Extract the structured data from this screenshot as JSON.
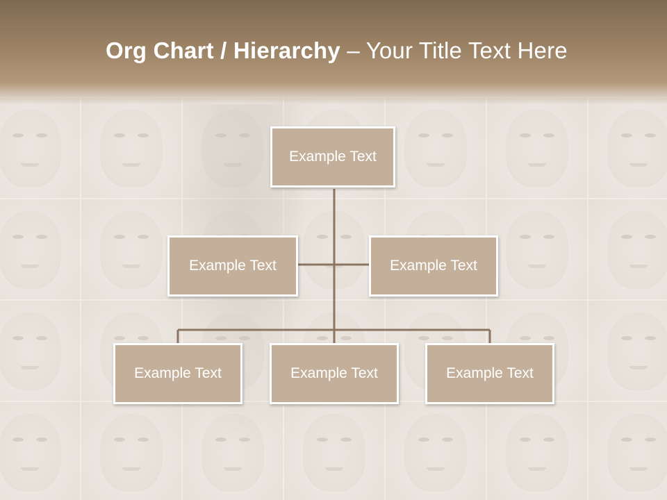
{
  "title": {
    "bold": "Org Chart / Hierarchy",
    "separator": " – ",
    "rest": "Your Title Text Here"
  },
  "org": {
    "root": "Example Text",
    "level2_left": "Example Text",
    "level2_right": "Example Text",
    "level3": [
      "Example Text",
      "Example Text",
      "Example Text"
    ]
  },
  "colors": {
    "box_fill": "#c4b09a",
    "box_border": "#ffffff",
    "connector": "#8c7663",
    "header": "#8c7258"
  }
}
